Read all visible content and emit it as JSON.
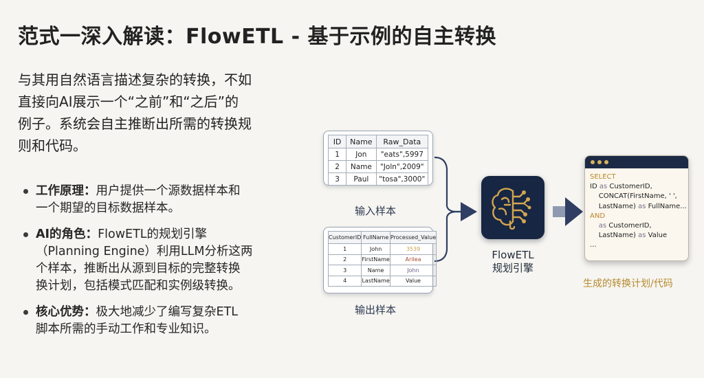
{
  "title": "范式一深入解读：FlowETL - 基于示例的自主转换",
  "intro": [
    "与其用自然语言描述复杂的转换，不如",
    "直接向AI展示一个“之前”和“之后”的",
    "例子。系统会自主推断出所需的转换规",
    "则和代码。"
  ],
  "bullets": [
    {
      "head": "工作原理：",
      "lines": [
        "用户提供一个源数据样本和",
        "一个期望的目标数据样本。"
      ]
    },
    {
      "head": "AI的角色：",
      "lines": [
        "FlowETL的规划引擎",
        "（Planning Engine）利用LLM分析这两",
        "个样本，推断出从源到目标的完整转换",
        "换计划，包括模式匹配和实例级转换。"
      ]
    },
    {
      "head": "核心优势：",
      "lines": [
        "极大地减少了编写复杂ETL",
        "脚本所需的手动工作和专业知识。"
      ]
    }
  ],
  "input_table": {
    "headers": [
      "ID",
      "Name",
      "Raw_Data"
    ],
    "rows": [
      [
        "1",
        "Jon",
        "\"eats\",5997"
      ],
      [
        "2",
        "Name",
        "\"Joln\",2009\""
      ],
      [
        "3",
        "Paul",
        "\"tosa\",3000\""
      ]
    ],
    "caption": "输入样本"
  },
  "output_table": {
    "headers": [
      "CustomerID",
      "FullName",
      "Processed_Value"
    ],
    "rows": [
      [
        "1",
        "John",
        "3539"
      ],
      [
        "2",
        "FirstName",
        "Arilea"
      ],
      [
        "3",
        "Name",
        "John"
      ],
      [
        "4",
        "LastName",
        "Value"
      ]
    ],
    "caption": "输出样本"
  },
  "engine": {
    "name": "FlowETL",
    "subtitle": "规划引擎",
    "icon": "brain-circuit-icon"
  },
  "code": {
    "lines": [
      {
        "kw": "SELECT",
        "rest": ""
      },
      {
        "kw": "",
        "pre": "ID ",
        "kw2": "as",
        "rest": " CustomerID,"
      },
      {
        "kw": "",
        "pre": "    CONCAT(FirstName, ' ',",
        "kw2": "",
        "rest": ""
      },
      {
        "kw": "",
        "pre": "    LastName) ",
        "kw2": "as",
        "rest": " FullName..."
      },
      {
        "kw": "AND",
        "rest": ""
      },
      {
        "kw": "",
        "pre": "    ",
        "kw2": "as",
        "rest": " CustomerID,"
      },
      {
        "kw": "",
        "pre": "    LastName) ",
        "kw2": "as",
        "rest": " Value"
      },
      {
        "kw": "",
        "pre": "...",
        "kw2": "",
        "rest": ""
      }
    ],
    "caption": "生成的转换计划/代码"
  },
  "colors": {
    "navy": "#1c2a45",
    "gold": "#c9a24a",
    "arrow": "#2f3e62"
  }
}
